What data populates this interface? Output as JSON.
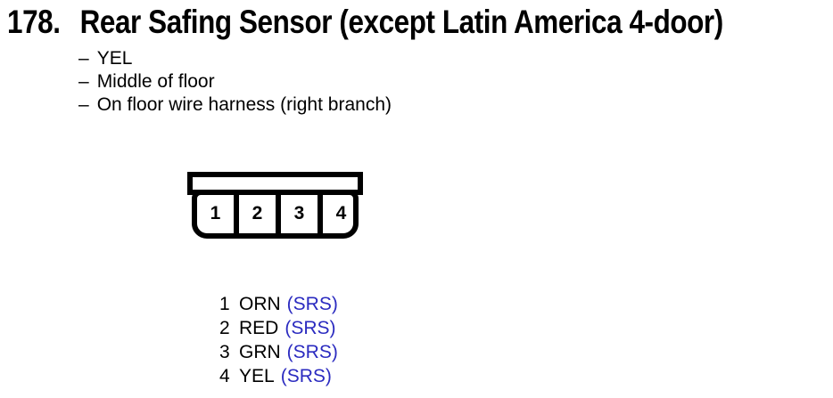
{
  "colors": {
    "text": "#000000",
    "background": "#ffffff",
    "diagram_line": "#000000",
    "srs_blue": "#2b2bc0"
  },
  "header": {
    "number": "178.",
    "title": "Rear Safing Sensor (except Latin America 4-door)"
  },
  "notes": {
    "dash": "–",
    "items": [
      "YEL",
      "Middle of floor",
      "On floor wire harness (right branch)"
    ]
  },
  "connector": {
    "pins": [
      "1",
      "2",
      "3",
      "4"
    ]
  },
  "pinout": {
    "rows": [
      {
        "pin": "1",
        "wire": "ORN",
        "circuit": "(SRS)"
      },
      {
        "pin": "2",
        "wire": "RED",
        "circuit": "(SRS)"
      },
      {
        "pin": "3",
        "wire": "GRN",
        "circuit": "(SRS)"
      },
      {
        "pin": "4",
        "wire": "YEL",
        "circuit": "(SRS)"
      }
    ]
  }
}
